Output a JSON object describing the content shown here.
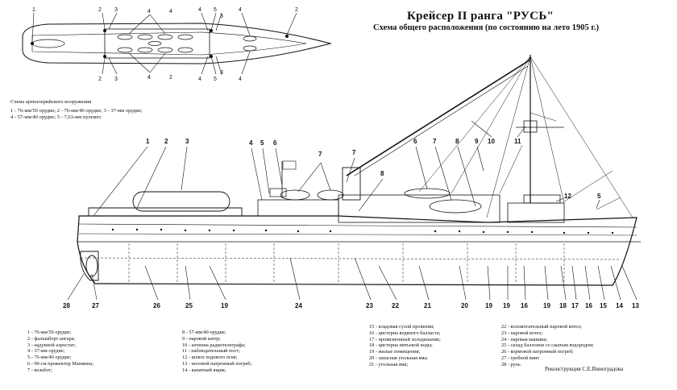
{
  "title": "Крейсер II ранга \"РУСЬ\"",
  "subtitle": "Схема общего расположения (по состоянию на лето 1905 г.)",
  "armament_caption": {
    "heading": "Схема артиллерийского вооружения",
    "line1": "1 - 76-мм/50 орудие; 2 - 76-мм/40 орудие; 3 - 37-мм орудие;",
    "line2": "4 - 57-мм/40 орудие; 5 - 7,63-мм пулемет."
  },
  "plan_labels": [
    "1",
    "2",
    "3",
    "4",
    "4",
    "4",
    "5",
    "3",
    "4",
    "2",
    "2",
    "3",
    "4",
    "4",
    "5",
    "3",
    "4",
    "2"
  ],
  "profile_top_labels": [
    "1",
    "2",
    "3",
    "4",
    "5",
    "6",
    "7",
    "7",
    "8",
    "6",
    "7",
    "8",
    "9",
    "10",
    "11",
    "12",
    "5"
  ],
  "profile_bottom_labels": [
    "28",
    "27",
    "26",
    "25",
    "19",
    "24",
    "23",
    "22",
    "21",
    "20",
    "19",
    "19",
    "16",
    "19",
    "18",
    "17",
    "16",
    "15",
    "14",
    "13"
  ],
  "legend": {
    "col1": [
      "1 - 76-мм/50 орудие;",
      "2 - фальшборт ангара;",
      "3 - надувной аэростат;",
      "4 - 37-мм орудие;",
      "5 - 76-мм/40 орудие;",
      "6 - 90-см прожектор Манжена;",
      "7 - вельбот;"
    ],
    "col2": [
      "8 - 57-мм/40 орудие;",
      "9 - паровой катер;",
      "10 - антенна радиотелеграфа;",
      "11 - наблюдательный пост;",
      "12 - шлюп ходового огня;",
      "13 - носовой патронный погреб;",
      "14 - канатный ящик;"
    ],
    "col3": [
      "15 - кладовая сухой провизии;",
      "16 - цистерна водяного балласта;",
      "17 - провизионный холодильник;",
      "18 - цистерна питьевой воды;",
      "19 - жилые помещения;",
      "20 - запасная угольная яма;",
      "21 - угольная яма;"
    ],
    "col4": [
      "22 - вспомогательный паровой котел;",
      "23 - паровой котел;",
      "24 - паровая машина;",
      "25 - склад баллонов со сжатым водородом;",
      "26 - кормовой патронный погреб;",
      "27 - гребной винт",
      "28 - руль."
    ]
  },
  "credit": "Реконструкция С.Е.Виноградова"
}
